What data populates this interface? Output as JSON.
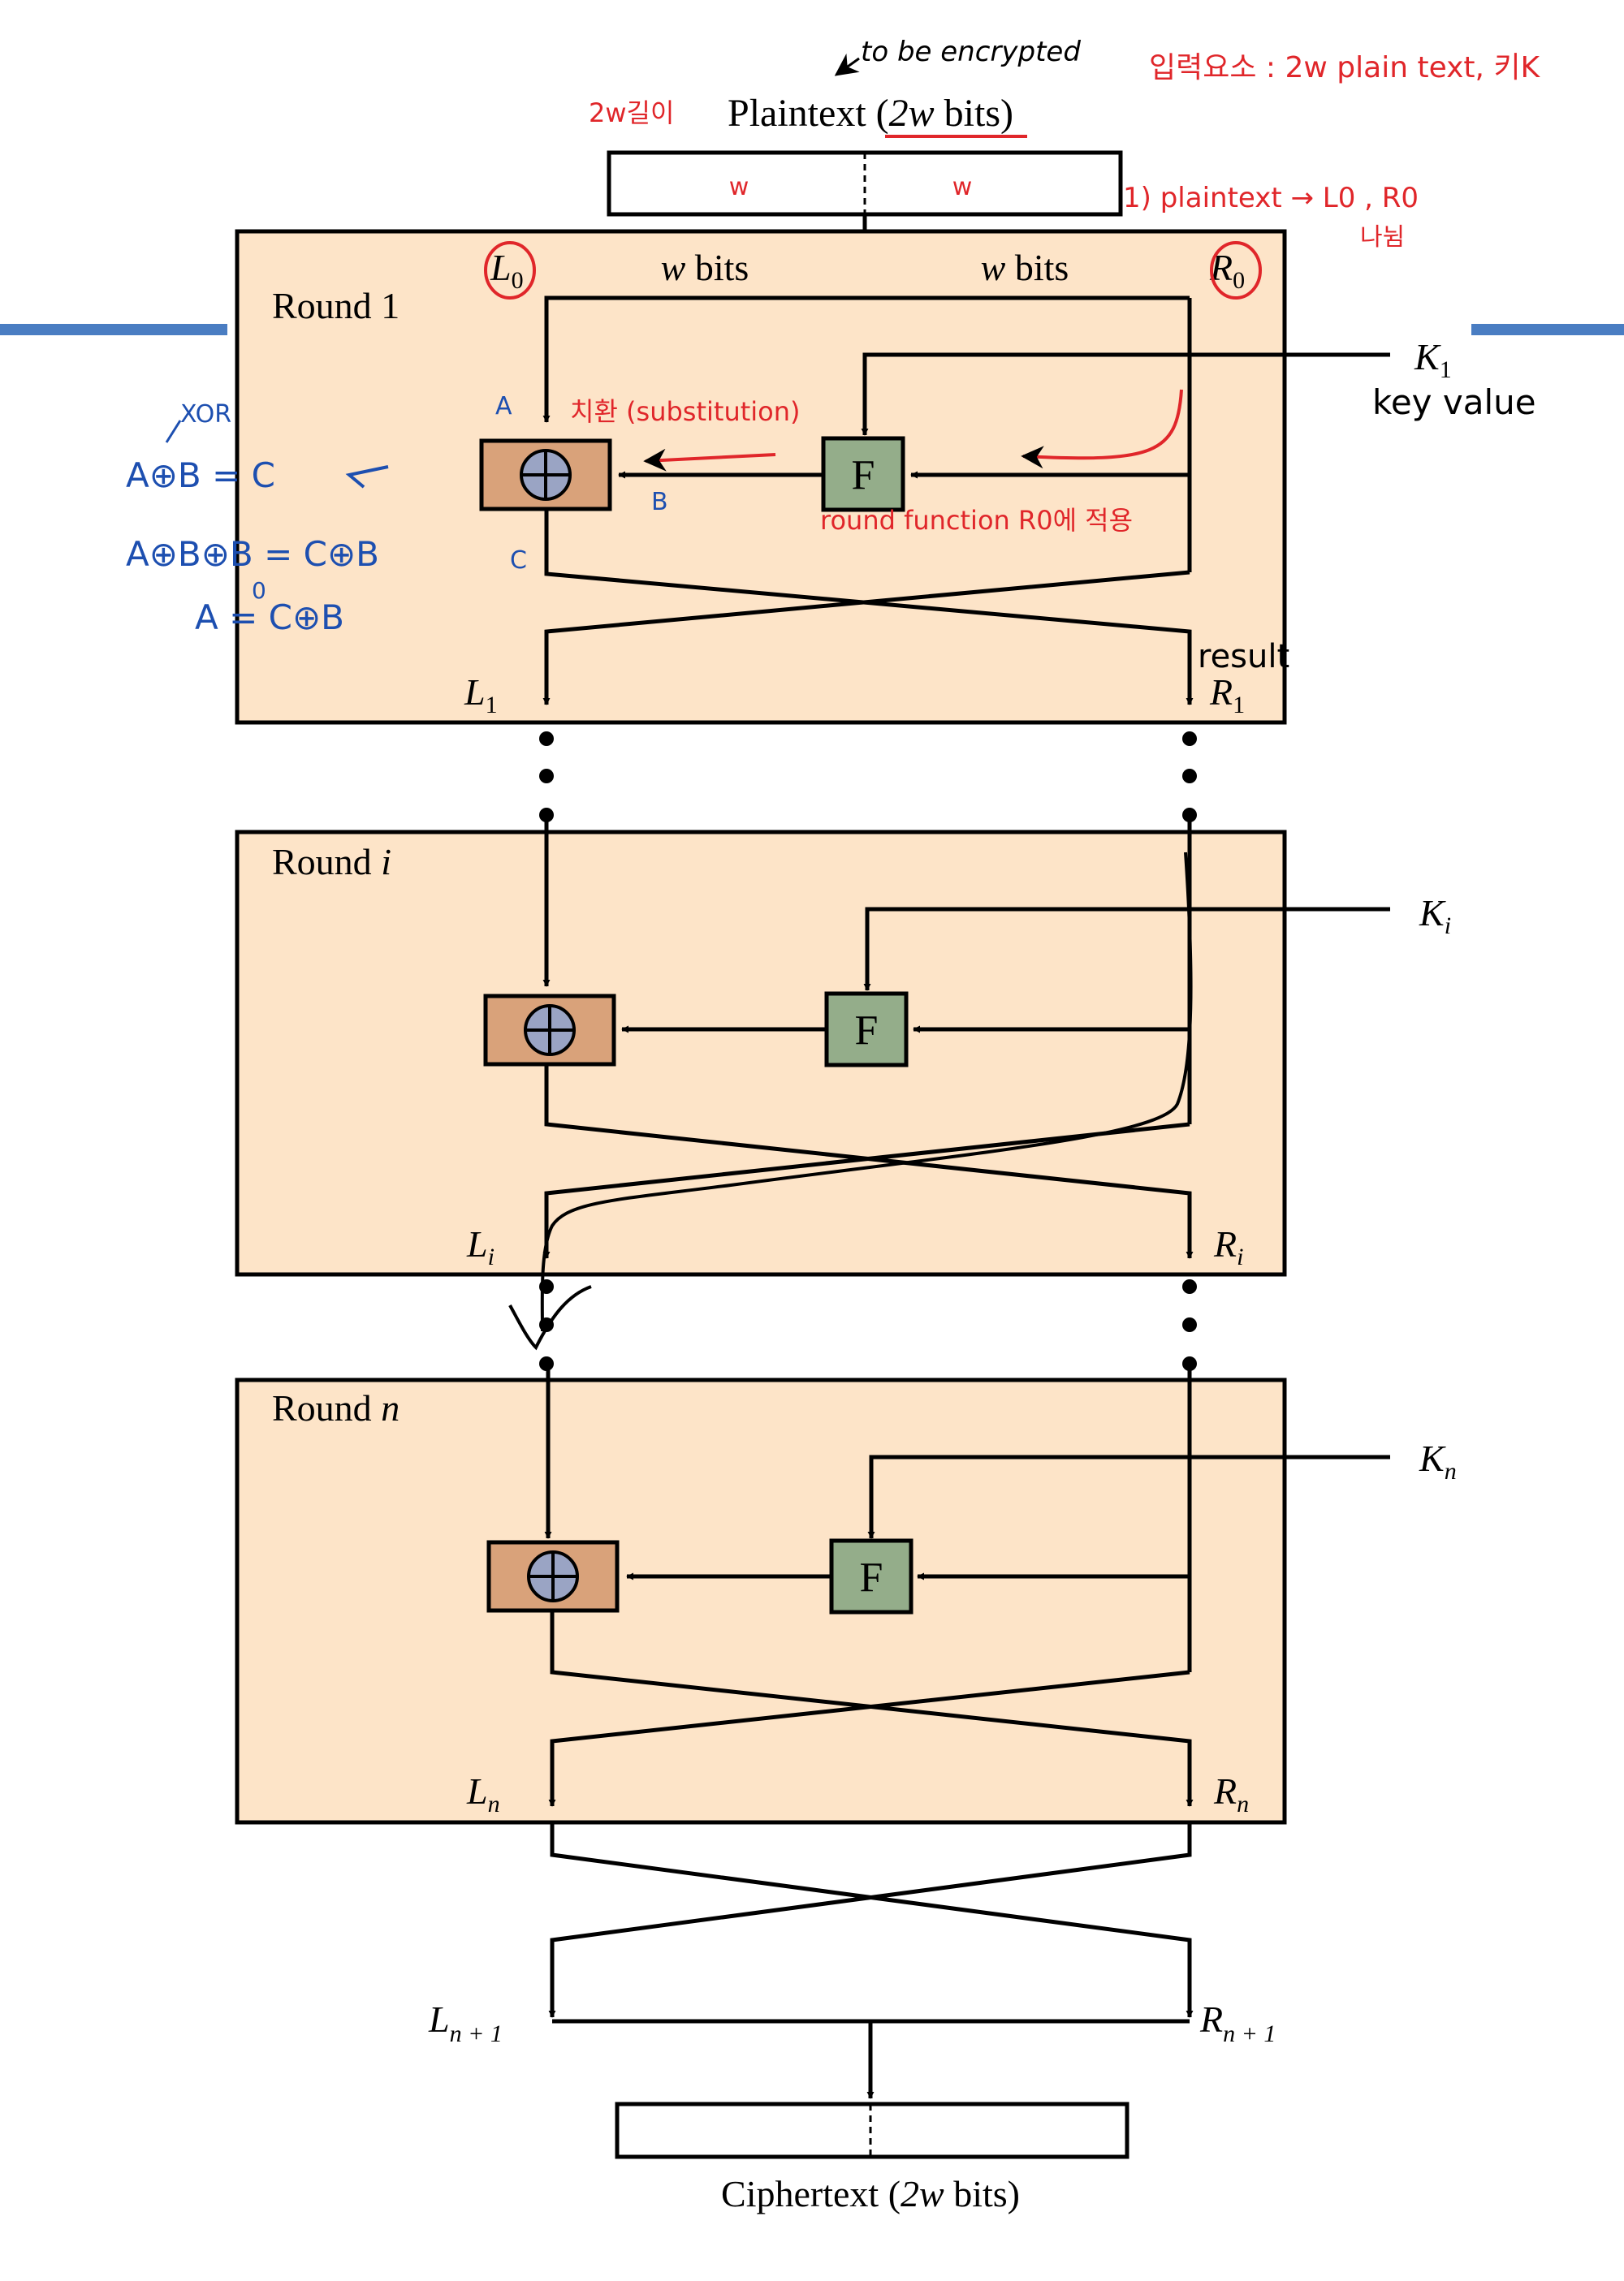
{
  "plaintext": {
    "label_prefix": "Plaintext (",
    "label_var": "2w",
    "label_suffix": " bits)",
    "half_label": "w"
  },
  "rounds": [
    {
      "title_prefix": "Round ",
      "title_var": "1",
      "key_base": "K",
      "key_sub": "1",
      "left_in": "L",
      "left_in_sub": "0",
      "right_in": "R",
      "right_in_sub": "0",
      "left_out": "L",
      "left_out_sub": "1",
      "right_out": "R",
      "right_out_sub": "1"
    },
    {
      "title_prefix": "Round ",
      "title_var": "i",
      "key_base": "K",
      "key_sub": "i",
      "left_out": "L",
      "left_out_sub": "i",
      "right_out": "R",
      "right_out_sub": "i"
    },
    {
      "title_prefix": "Round ",
      "title_var": "n",
      "key_base": "K",
      "key_sub": "n",
      "left_out": "L",
      "left_out_sub": "n",
      "right_out": "R",
      "right_out_sub": "n"
    }
  ],
  "bits_label": "bits",
  "bits_var": "w",
  "function_label": "F",
  "final_left": {
    "base": "L",
    "sub": "n + 1"
  },
  "final_right": {
    "base": "R",
    "sub": "n + 1"
  },
  "ciphertext": {
    "label_prefix": "Ciphertext (",
    "label_var": "2w",
    "label_suffix": " bits)"
  },
  "annotations": {
    "to_be_encrypted": "to be encrypted",
    "input_elements": "입력요소 : 2w plain text, 키K",
    "two_w_length": "2w길이",
    "step1": "1) plaintext → L0 , R0",
    "step1_sub": "나뉨",
    "key_value": "key value",
    "xor": "XOR",
    "xor_eq1": "A⊕B = C",
    "xor_eq2": "A⊕B⊕B = C⊕B",
    "xor_eq3": "A = C⊕B",
    "xor_zero": "0",
    "label_a": "A",
    "label_b": "B",
    "label_c": "C",
    "substitution": "치환 (substitution)",
    "round_function": "round function  R0에 적용",
    "result": "result"
  },
  "colors": {
    "round_fill": "#fde4c8",
    "xor_fill": "#d9a27a",
    "xor_circle": "#9aa4c4",
    "f_fill": "#94ad8a",
    "annotation_red": "#e0262a",
    "annotation_blue": "#1d4fb0",
    "separator_blue": "#4a7dc2"
  }
}
